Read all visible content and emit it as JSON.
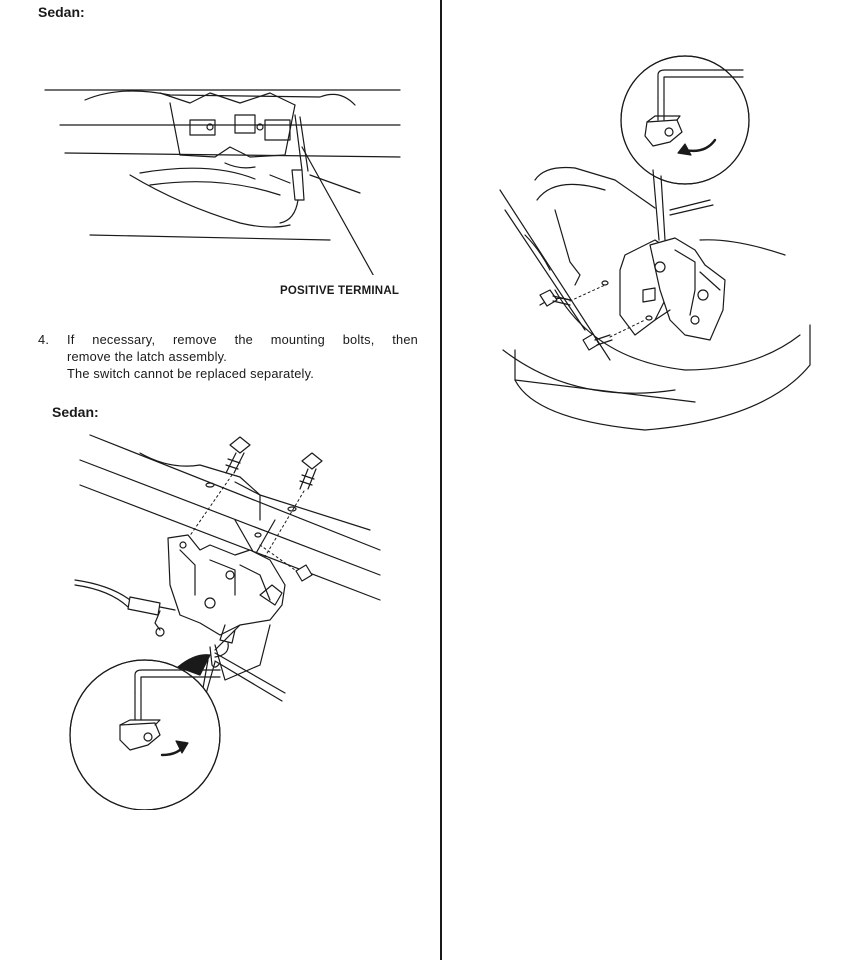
{
  "left_column": {
    "figure1": {
      "label": "Sedan:",
      "callout": "POSITIVE TERMINAL"
    },
    "step": {
      "number": "4.",
      "line1_words": [
        "If",
        "necessary,",
        "remove",
        "the",
        "mounting",
        "bolts,",
        "then"
      ],
      "line2": "remove the latch assembly.",
      "line3": "The switch cannot be replaced separately."
    },
    "figure2": {
      "label": "Sedan:"
    }
  }
}
